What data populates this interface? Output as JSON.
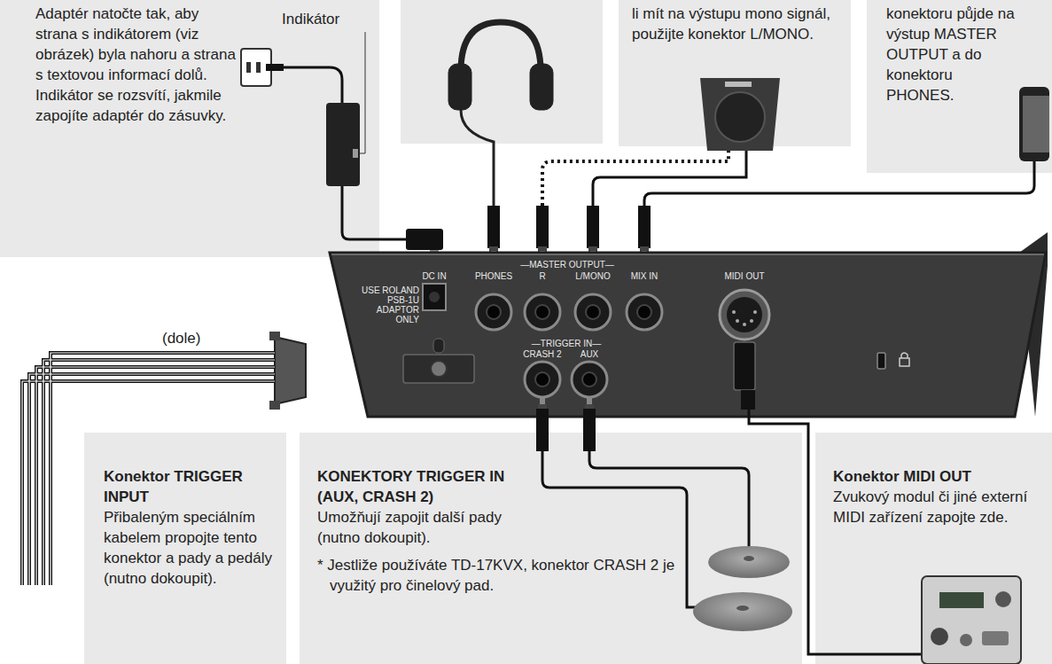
{
  "diagram": {
    "nodes": [
      {
        "text": [
          "Adaptér natočte tak, aby strana s indikátorem (viz obrázek) byla nahoru a strana s textovou informací dolů. Indikátor se rozsvítí, jakmile zapojíte adaptér do zásuvky."
        ]
      },
      {
        "text": [
          "li mít na výstupu mono signál, použijte konektor L/MONO."
        ]
      },
      {
        "text": [
          "konektoru půjde na výstup MASTER OUTPUT a do konektoru PHONES."
        ]
      },
      {
        "text": [
          "DC IN",
          "USE ROLAND PSB-1U ADAPTOR ONLY",
          "PHONES",
          "—MASTER OUTPUT—",
          "R",
          "L/MONO",
          "MIX IN",
          "MIDI OUT",
          "—TRIGGER IN—",
          "CRASH 2",
          "AUX"
        ]
      },
      {
        "text": [
          "Konektor TRIGGER INPUT",
          "Přibaleným speciálním kabelem propojte tento konektor a pady a pedály (nutno dokoupit)."
        ]
      },
      {
        "text": [
          "KONEKTORY TRIGGER IN (AUX, CRASH 2)",
          "Umožňují zapojit další pady (nutno dokoupit).",
          "* Jestliže používáte TD-17KVX, konektor CRASH 2 je využitý pro činelový pad."
        ]
      },
      {
        "text": [
          "Konektor MIDI OUT",
          "Zvukový modul či jiné externí MIDI zařízení zapojte zde."
        ]
      }
    ],
    "labels": [
      "Indikátor",
      "(dole)"
    ]
  }
}
